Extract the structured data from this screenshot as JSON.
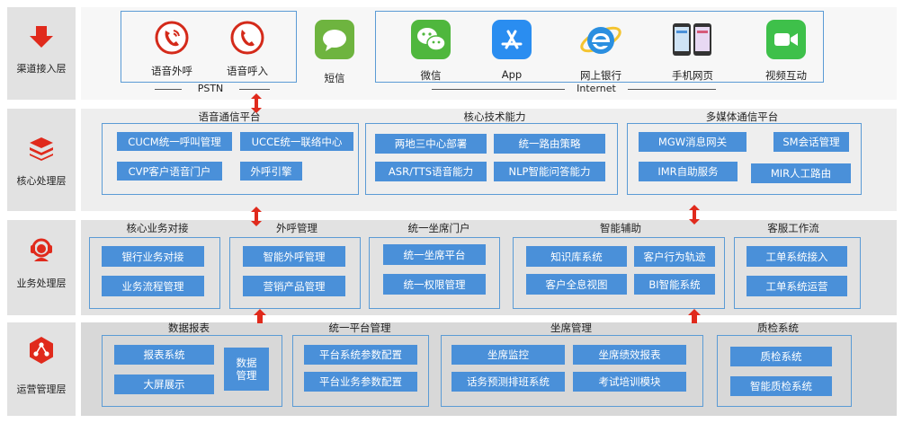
{
  "layers": [
    {
      "label": "渠道接入层",
      "icon": "down-arrow-icon"
    },
    {
      "label": "核心处理层",
      "icon": "layers-icon"
    },
    {
      "label": "业务处理层",
      "icon": "headset-icon"
    },
    {
      "label": "运营管理层",
      "icon": "share-hub-icon"
    }
  ],
  "channel": {
    "voice_out": "语音外呼",
    "voice_in": "语音呼入",
    "pstn": "PSTN",
    "sms": "短信",
    "wechat": "微信",
    "app": "App",
    "ebank": "网上银行",
    "mobile_web": "手机网页",
    "video": "视频互动",
    "internet": "Internet"
  },
  "core": {
    "voice_platform": {
      "title": "语音通信平台",
      "items": [
        "CUCM统一呼叫管理",
        "UCCE统一联络中心",
        "CVP客户语音门户",
        "外呼引擎"
      ]
    },
    "tech": {
      "title": "核心技术能力",
      "items": [
        "两地三中心部署",
        "统一路由策略",
        "ASR/TTS语音能力",
        "NLP智能问答能力"
      ]
    },
    "media": {
      "title": "多媒体通信平台",
      "items": [
        "MGW消息网关",
        "SM会话管理",
        "IMR自助服务",
        "MIR人工路由"
      ]
    }
  },
  "business": {
    "core_biz": {
      "title": "核心业务对接",
      "items": [
        "银行业务对接",
        "业务流程管理"
      ]
    },
    "outbound": {
      "title": "外呼管理",
      "items": [
        "智能外呼管理",
        "营销产品管理"
      ]
    },
    "portal": {
      "title": "统一坐席门户",
      "items": [
        "统一坐席平台",
        "统一权限管理"
      ]
    },
    "assist": {
      "title": "智能辅助",
      "items": [
        "知识库系统",
        "客户行为轨迹",
        "客户全息视图",
        "BI智能系统"
      ]
    },
    "workflow": {
      "title": "客服工作流",
      "items": [
        "工单系统接入",
        "工单系统运营"
      ]
    }
  },
  "ops": {
    "report": {
      "title": "数据报表",
      "items": [
        "报表系统",
        "大屏展示",
        "数据管理"
      ]
    },
    "platform": {
      "title": "统一平台管理",
      "items": [
        "平台系统参数配置",
        "平台业务参数配置"
      ]
    },
    "seat": {
      "title": "坐席管理",
      "items": [
        "坐席监控",
        "坐席绩效报表",
        "话务预测排班系统",
        "考试培训模块"
      ]
    },
    "qc": {
      "title": "质检系统",
      "items": [
        "质检系统",
        "智能质检系统"
      ]
    }
  },
  "colors": {
    "box": "#4a90d9",
    "border": "#5b9bd5",
    "accent_red": "#e02a1c"
  }
}
